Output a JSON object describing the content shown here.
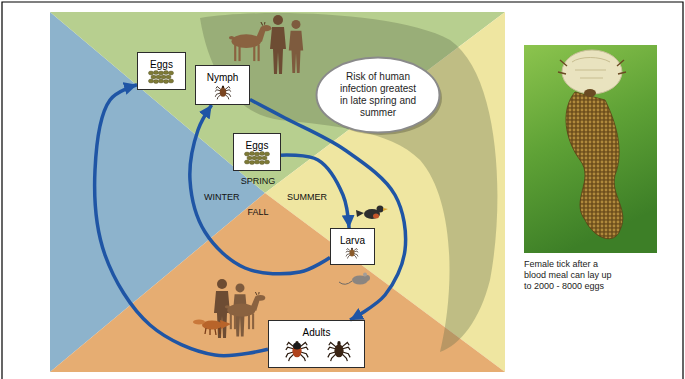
{
  "diagram": {
    "nodes": [
      {
        "text": [
          "Eggs"
        ]
      },
      {
        "text": [
          "Nymph"
        ]
      },
      {
        "text": [
          "Risk of human infection greatest in late spring and summer"
        ]
      },
      {
        "text": [
          "Eggs"
        ]
      },
      {
        "text": [
          "Larva"
        ]
      },
      {
        "text": [
          "Adults"
        ]
      }
    ],
    "edges": [
      {
        "from": 3,
        "to": 4,
        "arrow": "to"
      },
      {
        "from": 4,
        "to": 1,
        "arrow": "to"
      },
      {
        "from": 1,
        "to": 5,
        "arrow": "to"
      },
      {
        "from": 5,
        "to": 0,
        "arrow": "to"
      }
    ],
    "labels": [
      "SPRING",
      "WINTER",
      "SUMMER",
      "FALL",
      "Female tick after a blood meal can lay up to 2000 - 8000 eggs"
    ]
  }
}
